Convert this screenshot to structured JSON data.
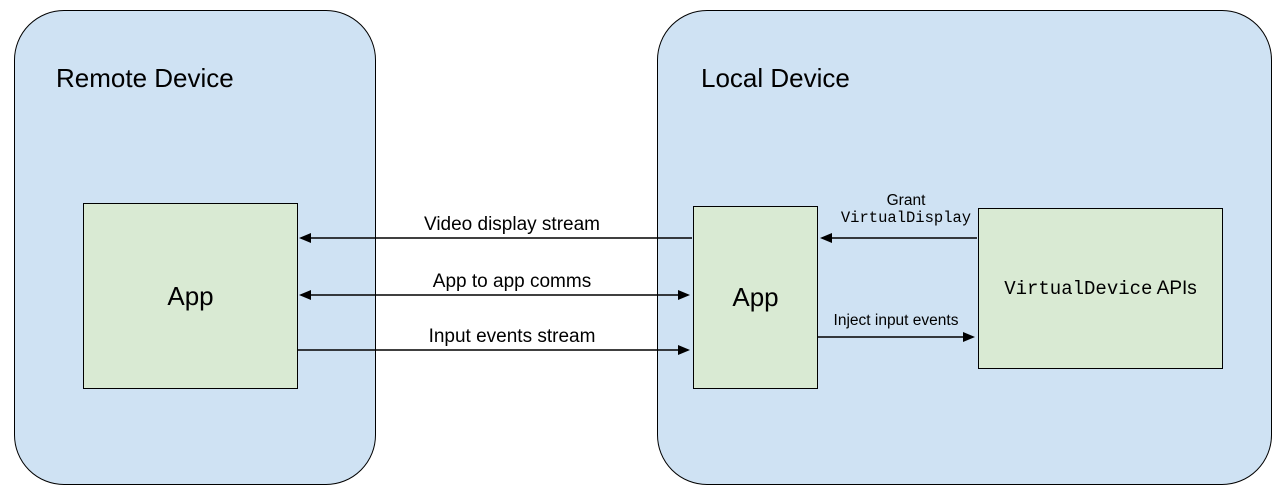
{
  "diagram": {
    "remote_device": {
      "title": "Remote Device",
      "app_label": "App"
    },
    "local_device": {
      "title": "Local Device",
      "app_label": "App",
      "virtual_device_box": {
        "label_mono": "VirtualDevice",
        "label_rest": " APIs"
      }
    },
    "arrows": {
      "video_display_stream": {
        "label": "Video display stream"
      },
      "app_to_app_comms": {
        "label": "App to app comms"
      },
      "input_events_stream": {
        "label": "Input events stream"
      },
      "grant_virtual_display": {
        "label_line1": "Grant",
        "label_line2": "VirtualDisplay"
      },
      "inject_input_events": {
        "label": "Inject input events"
      }
    },
    "colors": {
      "device_fill": "#cfe2f3",
      "box_fill": "#d9ead3",
      "border": "#000000",
      "background": "#ffffff"
    }
  }
}
